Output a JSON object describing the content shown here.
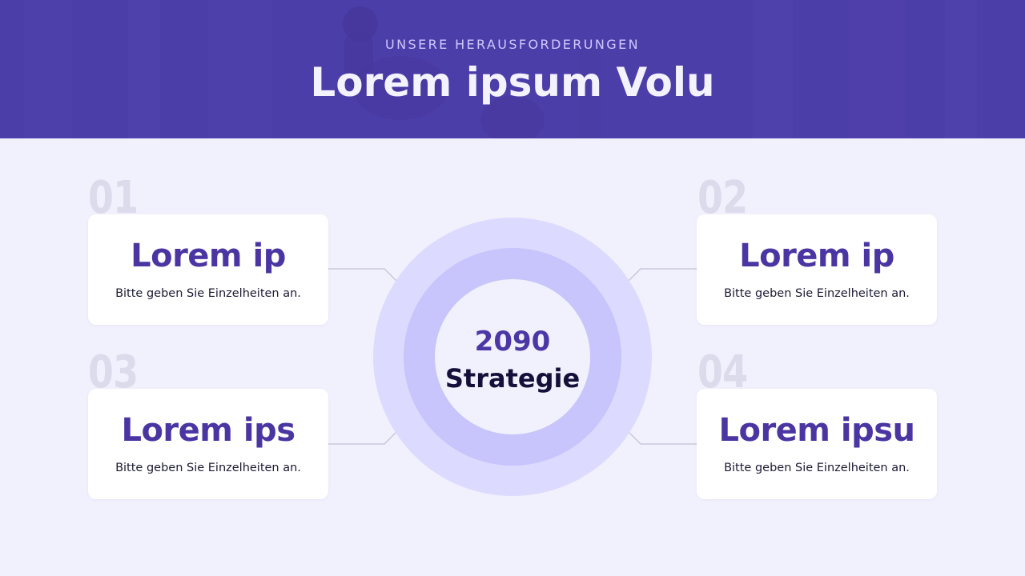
{
  "header": {
    "eyebrow": "UNSERE HERAUSFORDERUNGEN",
    "title": "Lorem ipsum Volu"
  },
  "center": {
    "year": "2090",
    "label": "Strategie"
  },
  "items": [
    {
      "number": "01",
      "title": "Lorem ip",
      "description": "Bitte geben Sie Einzelheiten an."
    },
    {
      "number": "02",
      "title": "Lorem ip",
      "description": "Bitte geben Sie Einzelheiten an."
    },
    {
      "number": "03",
      "title": "Lorem ips",
      "description": "Bitte geben Sie Einzelheiten an."
    },
    {
      "number": "04",
      "title": "Lorem ipsu",
      "description": "Bitte geben Sie Einzelheiten an."
    }
  ],
  "colors": {
    "accent": "#4b35a2",
    "header_bg": "#5a4db4",
    "page_bg": "#f1f0fd",
    "ring_outer": "#dcdaff",
    "ring_mid": "#c8c4fc"
  }
}
